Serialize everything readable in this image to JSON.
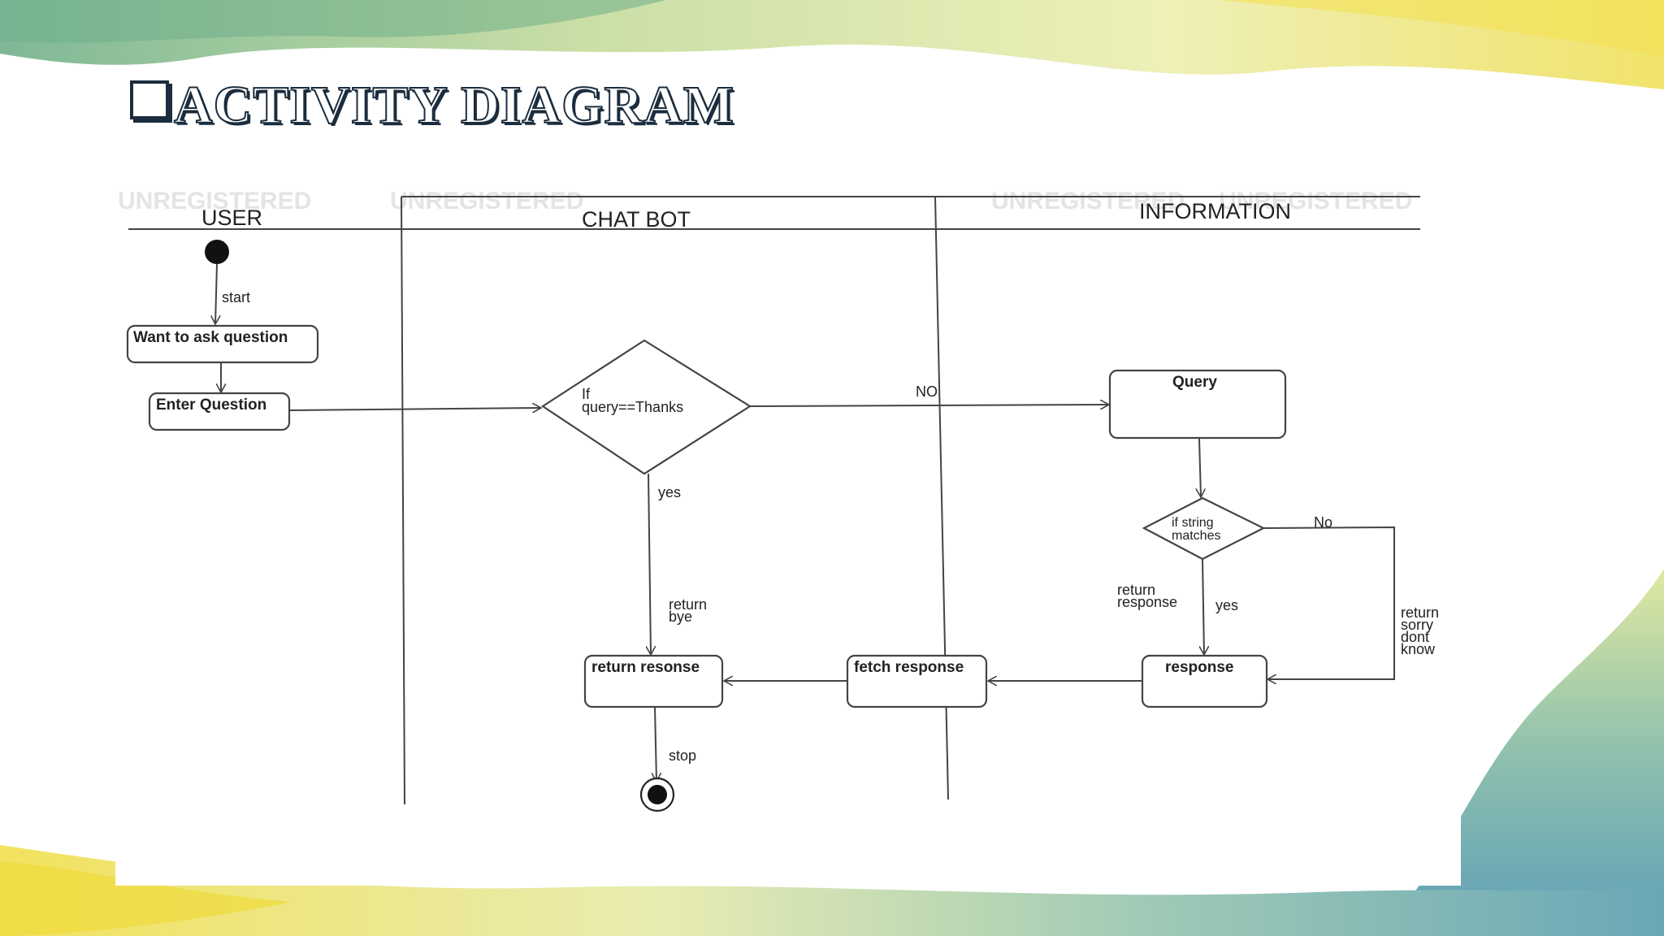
{
  "slide": {
    "title": "ACTIVITY DIAGRAM",
    "title_bullet_icon": "square-bullet-icon"
  },
  "diagram": {
    "lanes": [
      "USER",
      "CHAT BOT",
      "INFORMATION"
    ],
    "watermark": "UNREGISTERED",
    "nodes": {
      "ask": "Want to ask question",
      "enter": "Enter Question",
      "query": "Query",
      "response": "response",
      "fetch": "fetch response",
      "return_response": "return resonse"
    },
    "decisions": {
      "thanks_line1": "If",
      "thanks_line2": "query==Thanks",
      "match_line1": "if string",
      "match_line2": "matches"
    },
    "labels": {
      "start": "start",
      "no_upper": "NO",
      "yes_left": "yes",
      "return_bye_1": "return",
      "return_bye_2": "bye",
      "no_lower": "No",
      "return_response_1": "return",
      "return_response_2": "response",
      "yes_right": "yes",
      "sorry_1": "return",
      "sorry_2": "sorry",
      "sorry_3": "dont",
      "sorry_4": "know",
      "stop": "stop"
    },
    "colors": {
      "line": "#444444",
      "text": "#222222",
      "title_outline": "#1b2d3e"
    }
  }
}
